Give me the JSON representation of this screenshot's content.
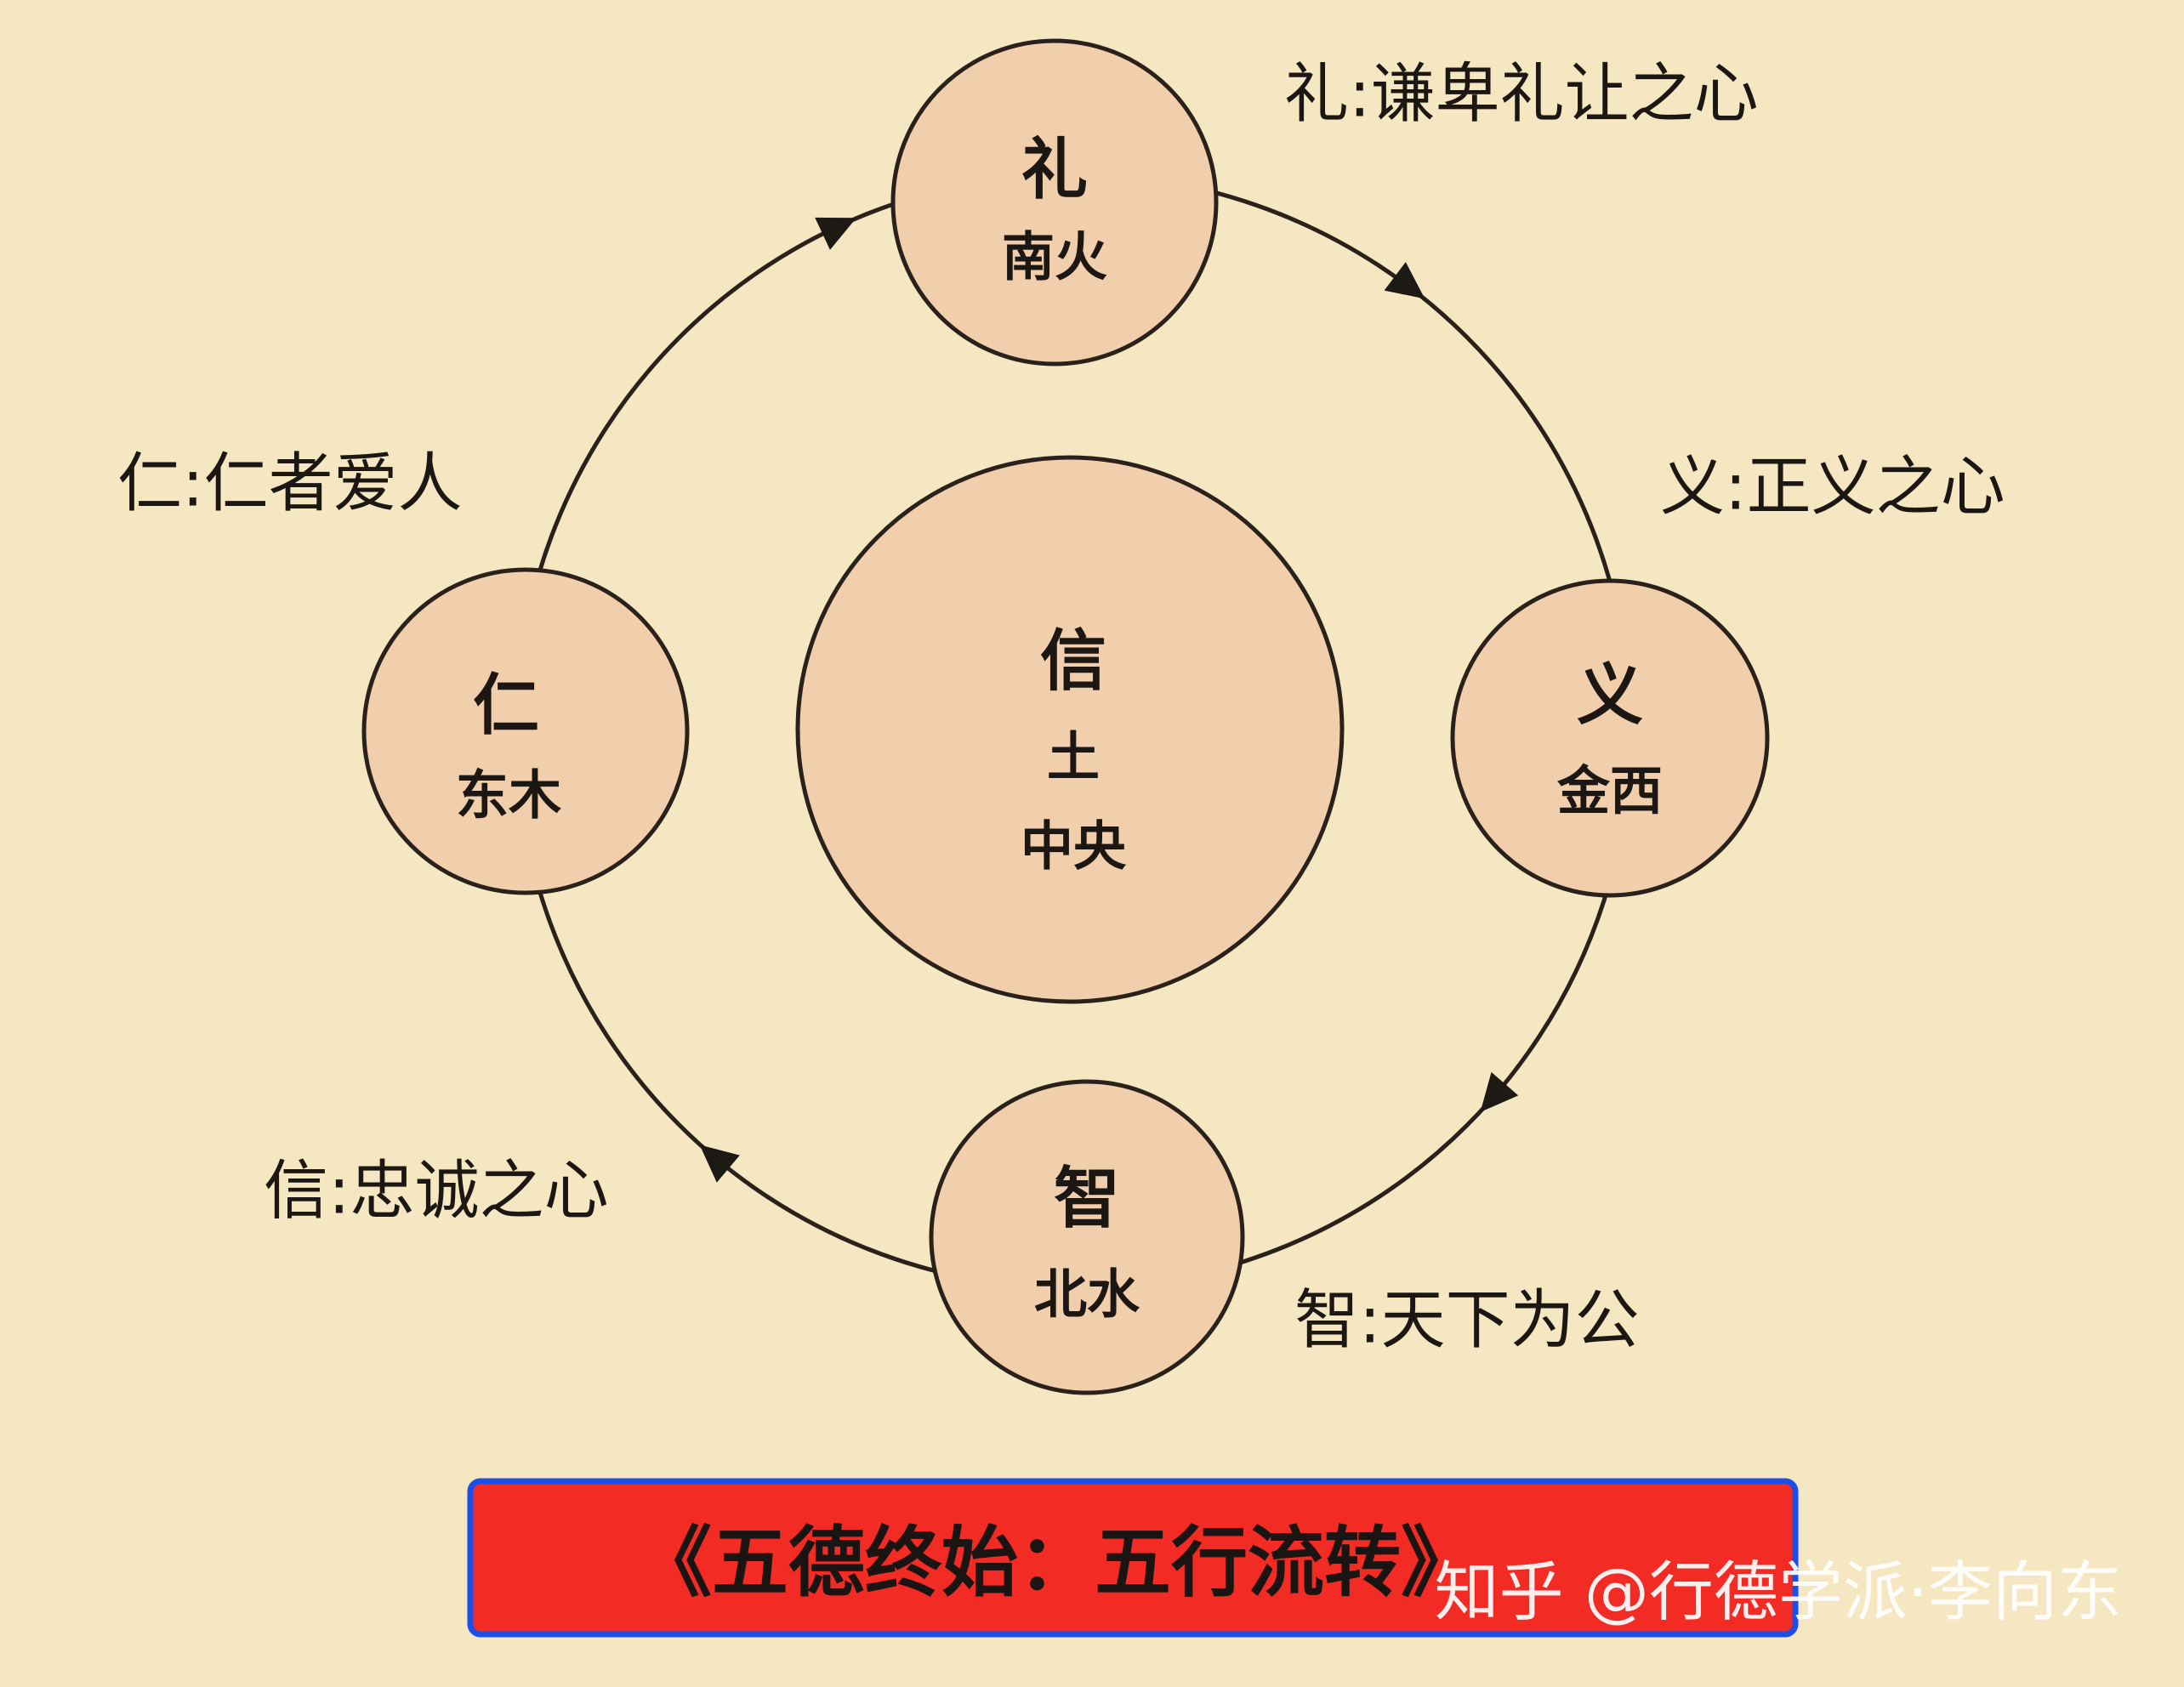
{
  "center": {
    "main": "信",
    "line2": "土",
    "line3": "中央"
  },
  "nodes": {
    "south": {
      "main": "礼",
      "sub": "南火"
    },
    "west": {
      "main": "义",
      "sub": "金西"
    },
    "north": {
      "main": "智",
      "sub": "北水"
    },
    "east": {
      "main": "仁",
      "sub": "东木"
    }
  },
  "annotations": {
    "li": "礼:谦卑礼让之心",
    "yi": "义:正义之心",
    "ren": "仁:仁者爱人",
    "xin": "信:忠诚之心",
    "zhi": "智:天下为公"
  },
  "title": "《五德终始：五行流转》",
  "watermark": "知乎 @行德学派·李向东",
  "colors": {
    "background": "#f6e7c3",
    "node_fill": "#f2cfac",
    "title_fill": "#f22b24",
    "title_border": "#1d4fe8"
  }
}
